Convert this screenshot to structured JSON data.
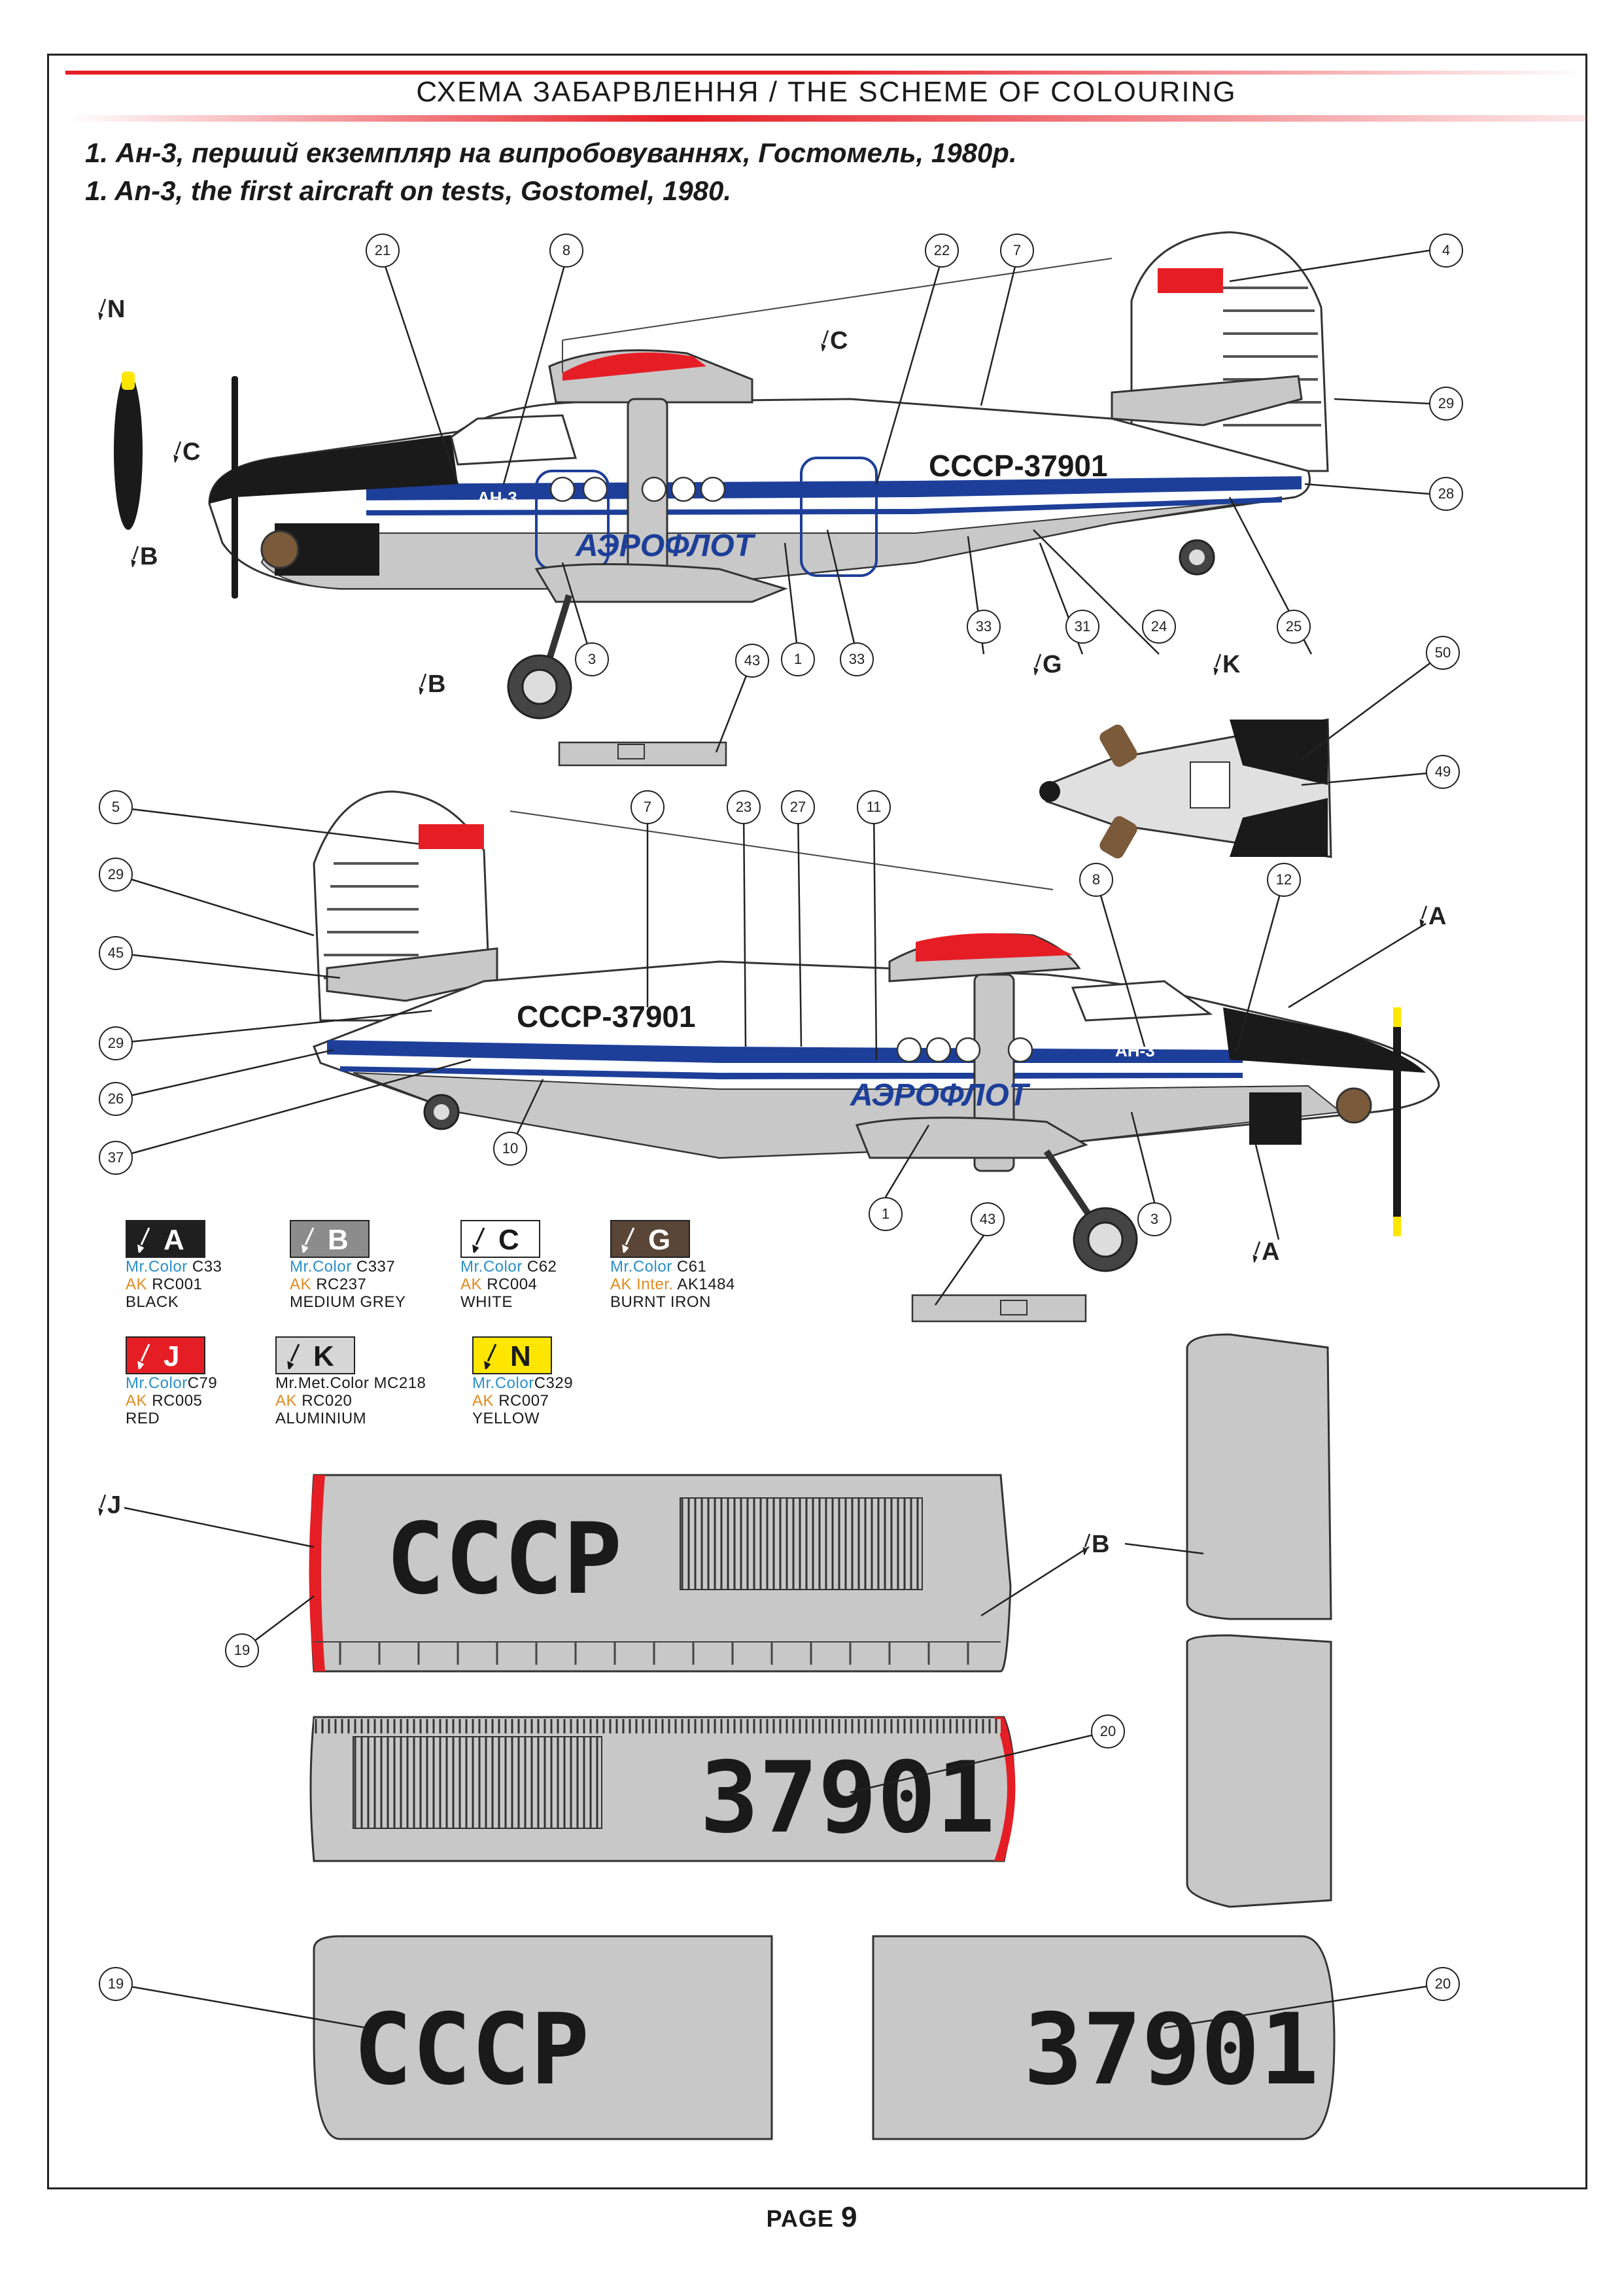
{
  "header": {
    "title": "СХЕМА ЗАБАРВЛЕННЯ / THE SCHEME OF COLOURING",
    "band_color": "#e51e25"
  },
  "subtitle": {
    "line_ua": "1. Ан-3, перший екземпляр на випробовуваннях, Гостомель, 1980р.",
    "line_en": "1. An-3, the first aircraft on tests, Gostomel, 1980."
  },
  "markings": {
    "registration": "СССР-37901",
    "type_label": "АН-3",
    "airline": "АЭРОФЛОТ",
    "wing_ussr": "СССР",
    "wing_number": "37901"
  },
  "callouts_top": [
    "21",
    "8",
    "22",
    "7",
    "4",
    "29",
    "28",
    "3",
    "1",
    "33",
    "33",
    "31",
    "24",
    "25",
    "43",
    "50",
    "49"
  ],
  "callouts_mid": [
    "5",
    "29",
    "45",
    "29",
    "26",
    "37",
    "7",
    "23",
    "27",
    "11",
    "8",
    "12",
    "10",
    "1",
    "3",
    "43"
  ],
  "callouts_bottom": [
    "19",
    "20",
    "19",
    "20"
  ],
  "brush_labels": {
    "n": "N",
    "c1": "C",
    "c2": "C",
    "b1": "B",
    "b2": "B",
    "g": "G",
    "k": "K",
    "a1": "A",
    "a2": "A",
    "j": "J",
    "b3": "B"
  },
  "swatches": [
    {
      "code": "A",
      "chip": "#1f1f1f",
      "code_color": "#ffffff",
      "mr": "Mr.Color",
      "mr_val": "C33",
      "ak": "AK",
      "ak_val": "RC001",
      "name": "BLACK"
    },
    {
      "code": "B",
      "chip": "#8c8c8c",
      "code_color": "#ffffff",
      "mr": "Mr.Color",
      "mr_val": "C337",
      "ak": "AK",
      "ak_val": "RC237",
      "name": "MEDIUM GREY"
    },
    {
      "code": "C",
      "chip": "#ffffff",
      "code_color": "#1a1a1a",
      "mr": "Mr.Color",
      "mr_val": "C62",
      "ak": "AK",
      "ak_val": "RC004",
      "name": "WHITE"
    },
    {
      "code": "G",
      "chip": "#5a4636",
      "code_color": "#ffffff",
      "mr": "Mr.Color",
      "mr_val": "C61",
      "ak": "AK Inter.",
      "ak_val": "AK1484",
      "name": "BURNT IRON"
    },
    {
      "code": "J",
      "chip": "#e51e25",
      "code_color": "#ffffff",
      "mr": "Mr.Color",
      "mr_val": "C79",
      "ak": "AK",
      "ak_val": "RC005",
      "name": "RED"
    },
    {
      "code": "K",
      "chip": "#d6d6d6",
      "code_color": "#1a1a1a",
      "mr": "Mr.Met.Color",
      "mr_val": "MC218",
      "ak": "AK",
      "ak_val": "RC020",
      "name": "ALUMINIUM"
    },
    {
      "code": "N",
      "chip": "#ffe600",
      "code_color": "#1a1a1a",
      "mr": "Mr.Color",
      "mr_val": "C329",
      "ak": "AK",
      "ak_val": "RC007",
      "name": "YELLOW"
    }
  ],
  "colors": {
    "grey": "#c8c8c8",
    "blue": "#1d3f99",
    "red": "#e51e25",
    "black": "#1a1a1a",
    "white": "#ffffff"
  },
  "footer": {
    "page_label": "PAGE",
    "page_number": "9"
  }
}
